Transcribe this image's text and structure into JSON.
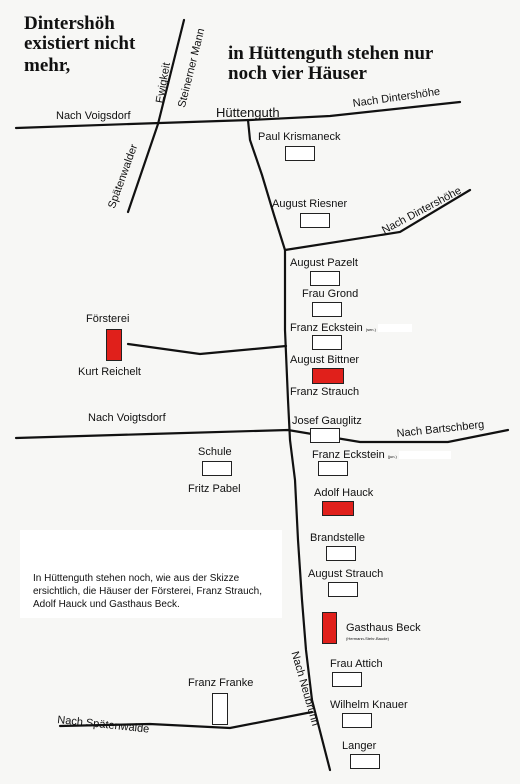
{
  "title_left_line1": "Dintershöh",
  "title_left_line2": "existiert nicht",
  "title_left_line3": "mehr,",
  "title_right_line1": "in Hüttenguth stehen nur",
  "title_right_line2": "noch vier Häuser",
  "roads": {
    "nach_voigsdorf": "Nach Voigsdorf",
    "ewigkeit": "Ewigkeit",
    "steinerner_mann": "Steinerner Mann",
    "spaetenwalder": "Spätenwalder",
    "huettenguth": "Hüttenguth",
    "nach_dintershoehe_top": "Nach Dintershöhe",
    "nach_dintershoehe_mid": "Nach Dintershöhe",
    "nach_voigtsdorf": "Nach Voigtsdorf",
    "nach_bartschberg": "Nach Bartschberg",
    "nach_spaetenwalde": "Nach Spätenwalde",
    "nach_neubrunn": "Nach Neubrunn"
  },
  "houses": {
    "paul_krismaneck": "Paul Krismaneck",
    "august_riesner": "August Riesner",
    "august_pazelt": "August Pazelt",
    "frau_grond": "Frau Grond",
    "franz_eckstein_sen": "Franz Eckstein",
    "franz_eckstein_sen_note": "(sen.)",
    "foersterei": "Försterei",
    "kurt_reichelt": "Kurt Reichelt",
    "august_bittner": "August Bittner",
    "franz_strauch": "Franz Strauch",
    "josef_gauglitz": "Josef Gauglitz",
    "schule": "Schule",
    "fritz_pabel": "Fritz Pabel",
    "franz_eckstein_jun": "Franz Eckstein",
    "franz_eckstein_jun_note": "(jun.)",
    "adolf_hauck": "Adolf Hauck",
    "brandstelle": "Brandstelle",
    "august_strauch": "August Strauch",
    "gasthaus_beck": "Gasthaus Beck",
    "gasthaus_beck_note": "(Hermann-Stehr-Baude)",
    "frau_attich": "Frau Attich",
    "franz_franke": "Franz Franke",
    "wilhelm_knauer": "Wilhelm Knauer",
    "langer": "Langer"
  },
  "caption": "In Hüttenguth stehen noch, wie aus der Skizze ersichtlich, die Häuser der Försterei, Franz Strauch, Adolf Hauck und Gasthaus Beck.",
  "colors": {
    "standing_house": "#e0201b",
    "gone_house": "#ffffff",
    "road": "#111111"
  }
}
